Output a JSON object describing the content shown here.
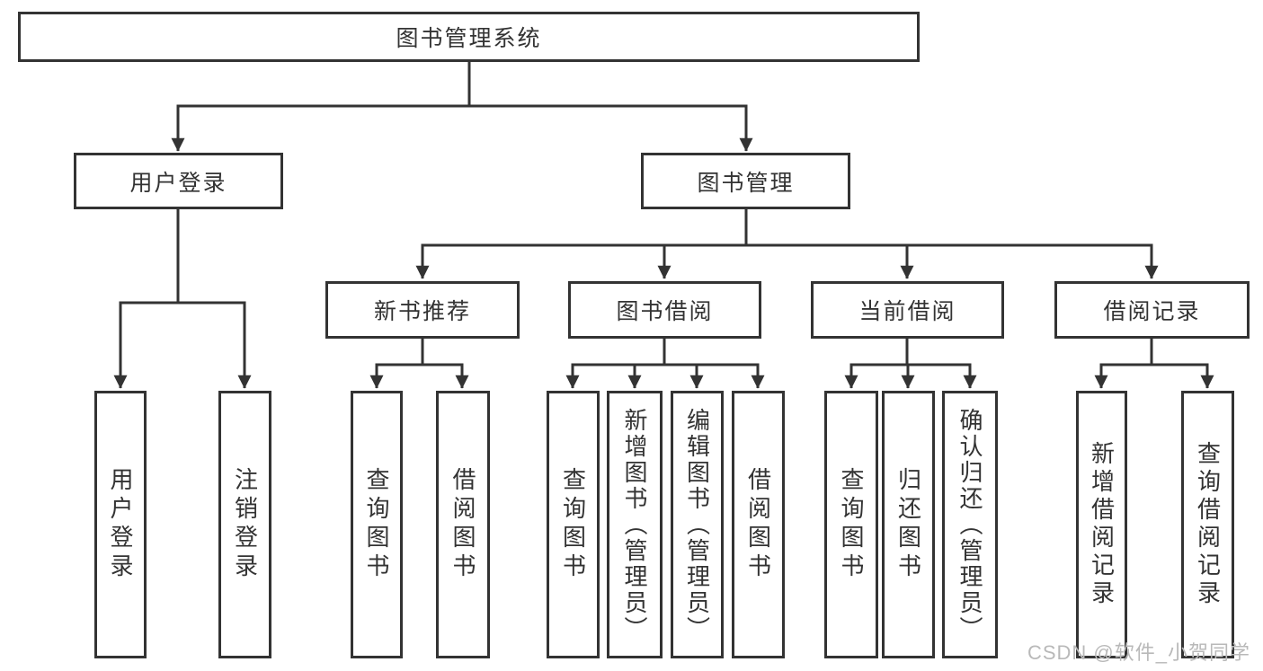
{
  "diagram": {
    "root": {
      "label": "图书管理系统"
    },
    "level2": [
      {
        "label": "用户登录"
      },
      {
        "label": "图书管理"
      }
    ],
    "level3": [
      {
        "label": "新书推荐"
      },
      {
        "label": "图书借阅"
      },
      {
        "label": "当前借阅"
      },
      {
        "label": "借阅记录"
      }
    ],
    "level4": [
      {
        "label": "用户登录"
      },
      {
        "label": "注销登录"
      },
      {
        "label": "查询图书"
      },
      {
        "label": "借阅图书"
      },
      {
        "label": "查询图书"
      },
      {
        "label": "新增图书（管理员）"
      },
      {
        "label": "编辑图书（管理员）"
      },
      {
        "label": "借阅图书"
      },
      {
        "label": "查询图书"
      },
      {
        "label": "归还图书"
      },
      {
        "label": "确认归还（管理员）"
      },
      {
        "label": "新增借阅记录"
      },
      {
        "label": "查询借阅记录"
      }
    ]
  },
  "watermark": {
    "text": "CSDN @软件_小贺同学"
  },
  "colors": {
    "line": "#333333",
    "text": "#333333",
    "watermark": "#b9b9b9",
    "background": "#ffffff"
  }
}
